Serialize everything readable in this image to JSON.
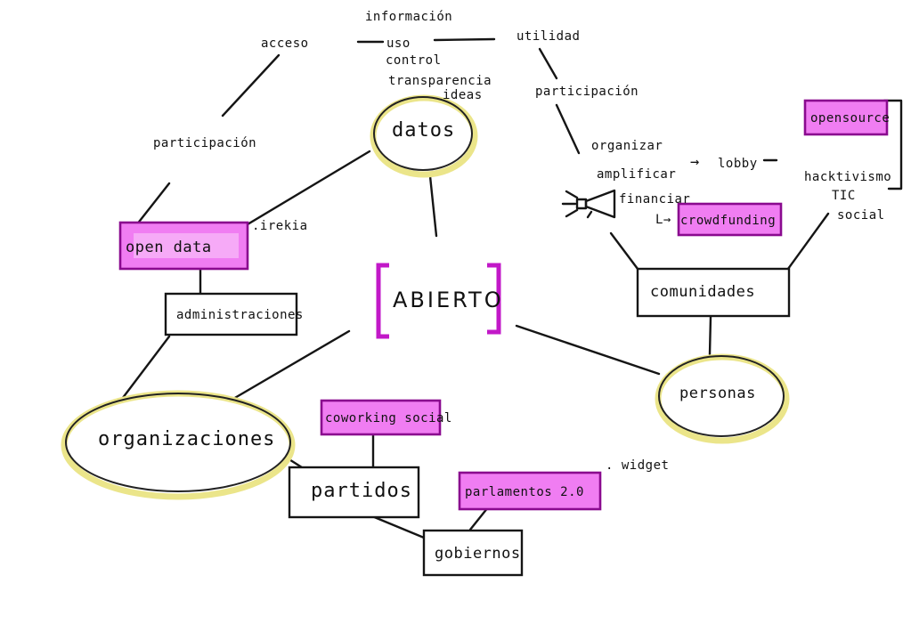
{
  "center": {
    "label": "ABIERTO",
    "bracket_color": "#c218c8"
  },
  "top_words": {
    "informacion": "información",
    "uso": "uso",
    "control": "control",
    "transparencia": "transparencia",
    "ideas": "ideas",
    "acceso": "acceso",
    "utilidad": "utilidad",
    "participacion_left": "participación",
    "participacion_right": "participación"
  },
  "nodes": {
    "datos": "datos",
    "organizaciones": "organizaciones",
    "personas": "personas",
    "comunidades": "comunidades",
    "administraciones": "administraciones",
    "partidos": "partidos",
    "gobiernos": "gobiernos"
  },
  "highlights": {
    "open_data": "open data",
    "opensource": "opensource",
    "crowdfunding": "crowdfunding",
    "coworking_social": "coworking social",
    "parlamentos": "parlamentos 2.0",
    "highlight_color": "#f07df2"
  },
  "annotations": {
    "irekia": ".irekia",
    "widget": ". widget",
    "organizar": "organizar",
    "amplificar": "amplificar",
    "financiar": "financiar",
    "lobby": "lobby",
    "arrow_lobby": "→",
    "dash_lobby": "–",
    "crowd_arrow": "L→",
    "hacktivismo": "hacktivismo",
    "tic": "TIC",
    "social": "social"
  },
  "colors": {
    "ellipse_highlight": "#ebe58a",
    "ink": "#151515"
  }
}
